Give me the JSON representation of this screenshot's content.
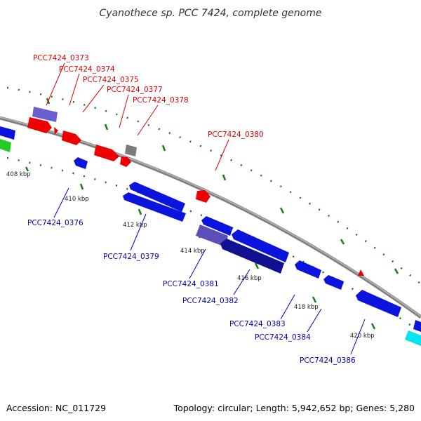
{
  "title": "Cyanothece sp. PCC 7424, complete genome",
  "footer": {
    "accession": "Accession: NC_011729",
    "summary": "Topology: circular; Length: 5,942,652 bp; Genes: 5,280"
  },
  "colors": {
    "backbone": "#808080",
    "tick": "#1a7a1a",
    "forward_label": "#dd0000",
    "reverse_label": "#0000bb"
  },
  "kbp_labels": [
    "408 kbp",
    "410 kbp",
    "412 kbp",
    "414 kbp",
    "416 kbp",
    "418 kbp",
    "420 kbp"
  ],
  "gene_labels_forward": [
    "PCC7424_0373",
    "PCC7424_0374",
    "PCC7424_0375",
    "PCC7424_0377",
    "PCC7424_0378",
    "PCC7424_0380"
  ],
  "gene_labels_reverse": [
    "PCC7424_0376",
    "PCC7424_0379",
    "PCC7424_0381",
    "PCC7424_0382",
    "PCC7424_0383",
    "PCC7424_0384",
    "PCC7424_0386"
  ]
}
